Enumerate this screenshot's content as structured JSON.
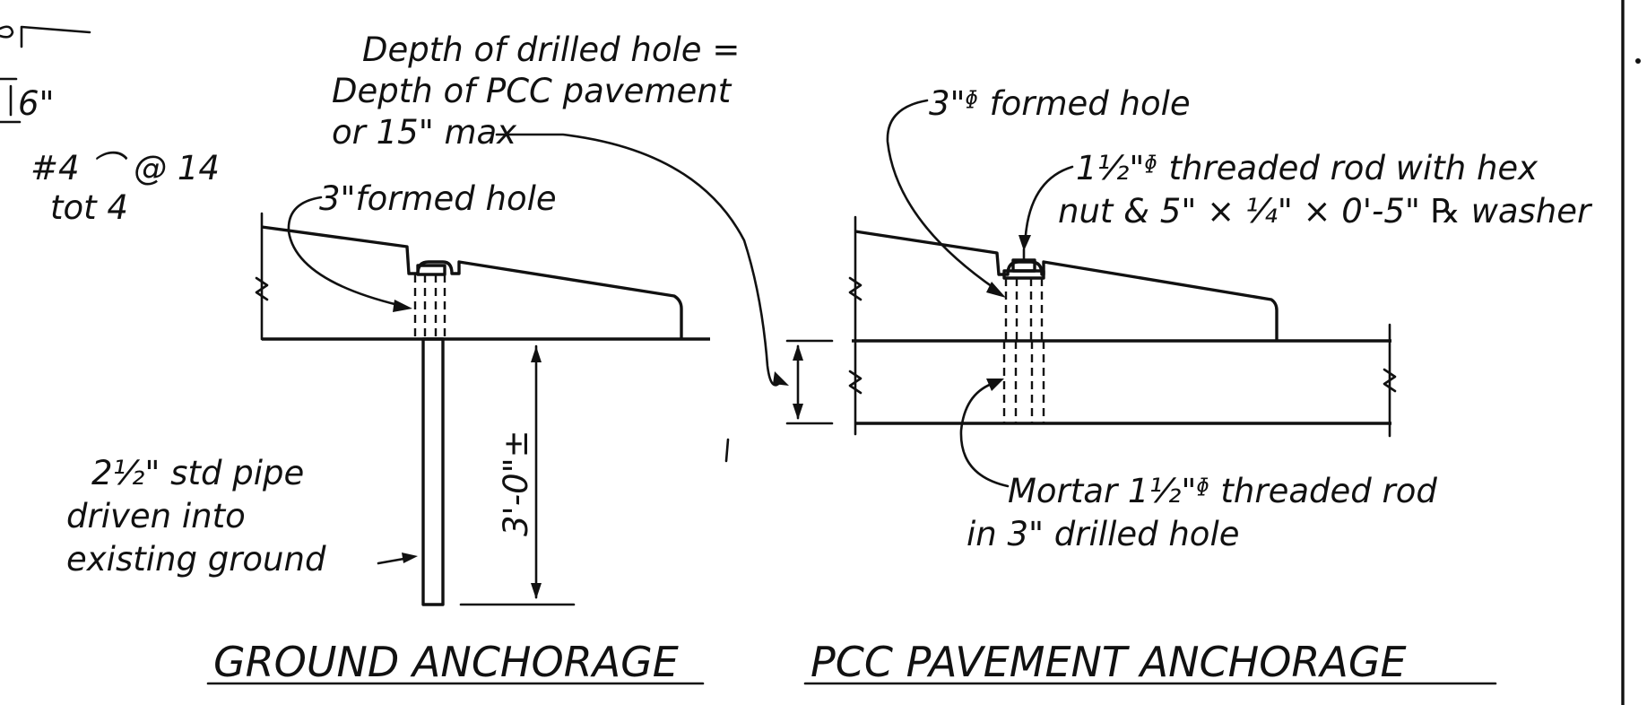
{
  "top_left_notes": {
    "dim_6": "6\"",
    "bar_note_1": "#4 ⌒ @ 14",
    "bar_note_2": "tot 4"
  },
  "ground_anchorage": {
    "title": "GROUND ANCHORAGE",
    "formed_hole_label": "3\"formed hole",
    "depth_3ft": "3'-0\"±",
    "pipe_line_1": "2½\" std pipe",
    "pipe_line_2": "driven into",
    "pipe_line_3": "existing ground"
  },
  "depth_note": {
    "line_1": "Depth of drilled hole =",
    "line_2": "Depth of PCC pavement",
    "line_3": "or 15\" max"
  },
  "pcc_anchorage": {
    "title": "PCC PAVEMENT ANCHORAGE",
    "formed_hole_label": "3\"ᶲ formed hole",
    "rod_line_1": "1½\"ᶲ threaded rod with hex",
    "rod_line_2": "nut & 5\" × ¼\" × 0'-5\" ℞ washer",
    "mortar_line_1": "Mortar 1½\"ᶲ threaded rod",
    "mortar_line_2": "in 3\" drilled hole"
  }
}
